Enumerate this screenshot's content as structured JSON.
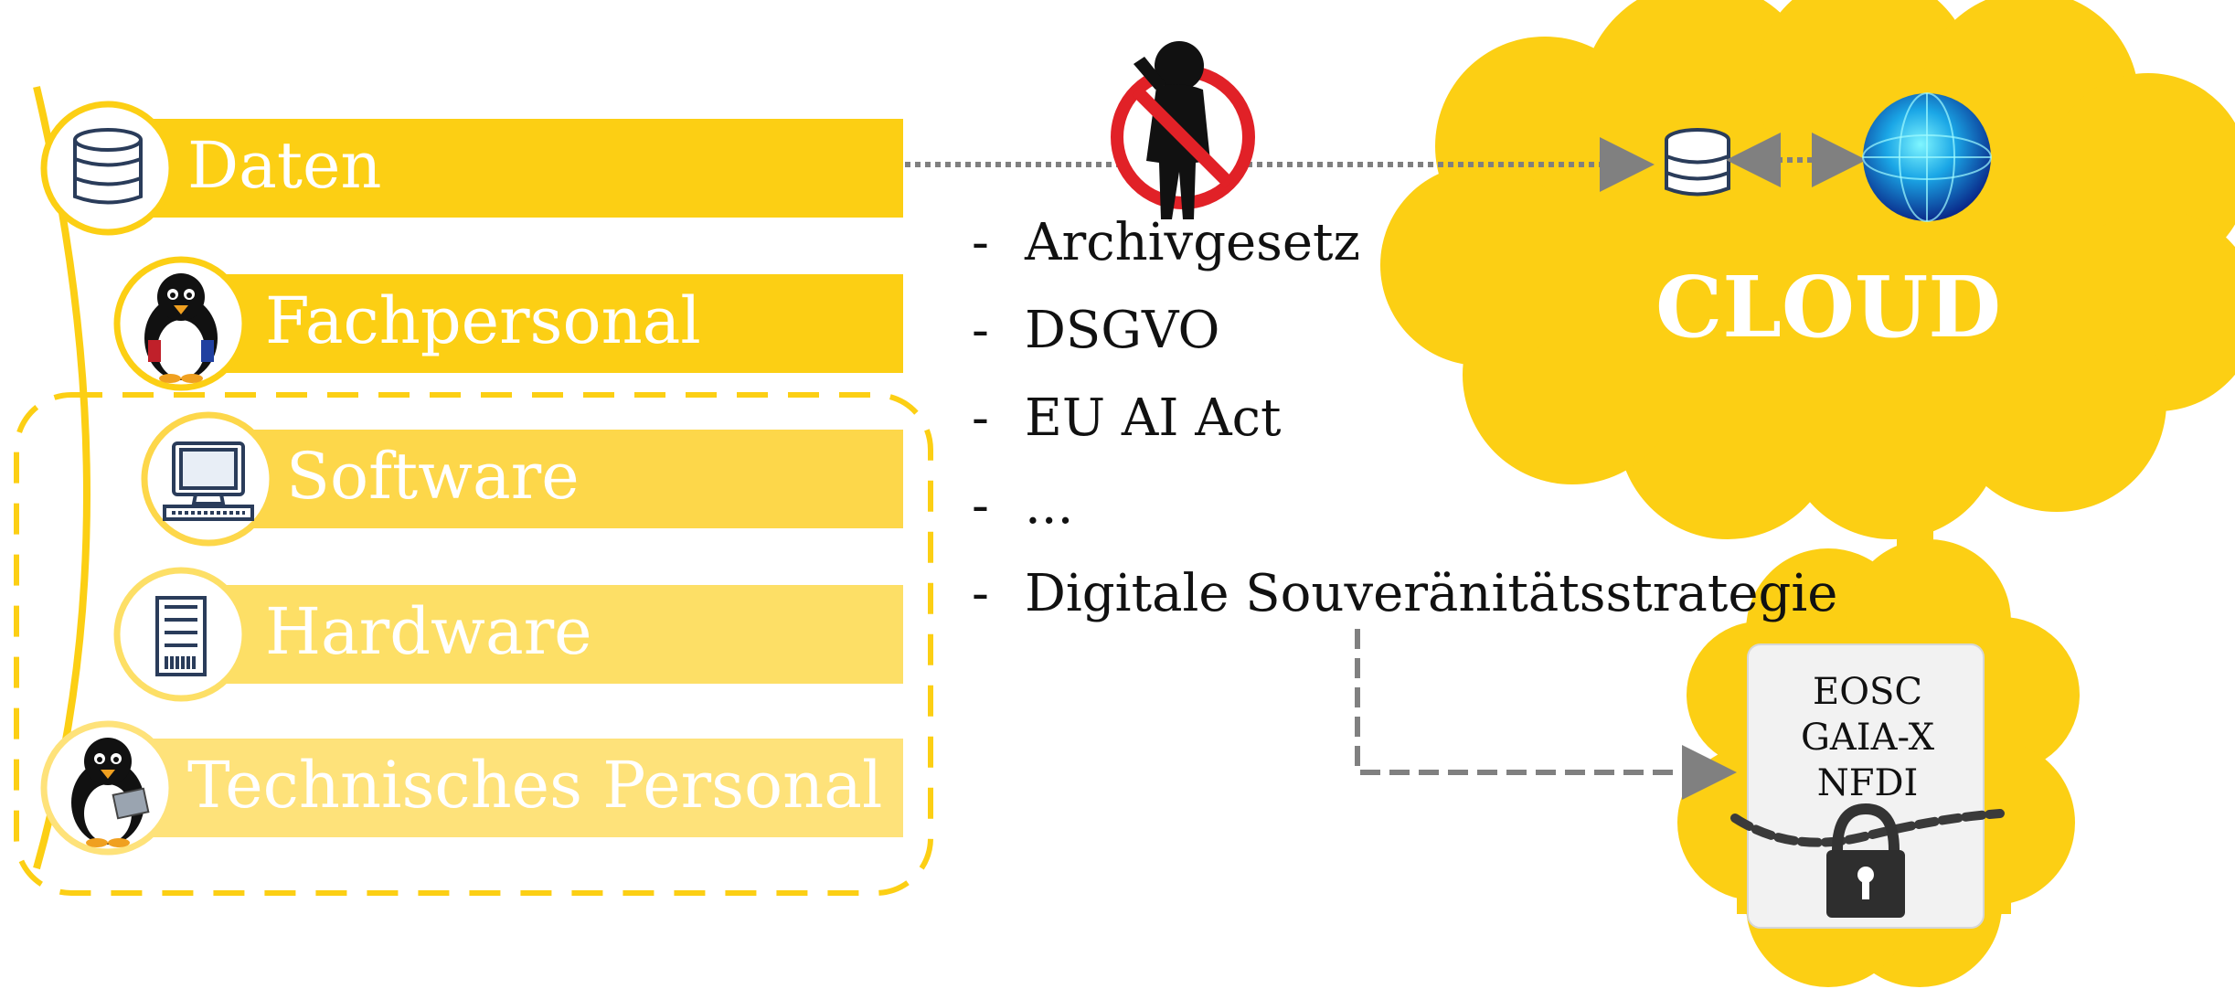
{
  "colors": {
    "accent": "#FCCF14",
    "accent_light": "#FDE06D",
    "arrow": "#808080",
    "ban_red": "#E12127"
  },
  "stack": {
    "items": [
      {
        "label": "Daten",
        "icon": "database-icon"
      },
      {
        "label": "Fachpersonal",
        "icon": "penguin-icon"
      },
      {
        "label": "Software",
        "icon": "computer-icon"
      },
      {
        "label": "Hardware",
        "icon": "server-icon"
      },
      {
        "label": "Technisches Personal",
        "icon": "penguin-laptop-icon"
      }
    ]
  },
  "regulations": {
    "items": [
      {
        "dash": "-",
        "label": "Archivgesetz"
      },
      {
        "dash": "-",
        "label": "DSGVO"
      },
      {
        "dash": "-",
        "label": "EU AI Act"
      },
      {
        "dash": "-",
        "label": "..."
      },
      {
        "dash": "-",
        "label": "Digitale Souveränitätsstrategie"
      }
    ]
  },
  "cloud": {
    "title": "CLOUD",
    "icons": [
      "database-icon",
      "globe-icon"
    ]
  },
  "sovereign_box": {
    "lines": [
      "EOSC",
      "GAIA-X",
      "NFDI"
    ],
    "icon": "padlock-chain-icon"
  },
  "barrier": {
    "icon": "no-access-person-icon"
  }
}
